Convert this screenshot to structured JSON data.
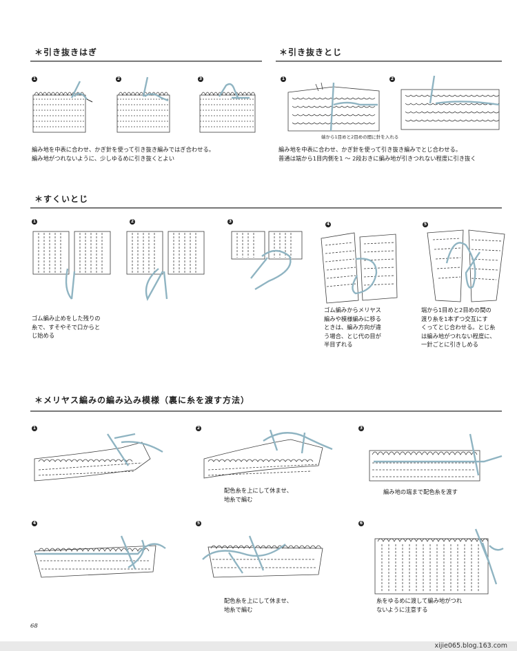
{
  "sections": {
    "hikinuki_hagi": {
      "title": "＊引き抜きはぎ",
      "steps": [
        "1",
        "2",
        "3"
      ],
      "caption": "編み地を中表に合わせ、かぎ針を使って引き抜き編みではぎ合わせる。\n編み地がつれないように、少しゆるめに引き抜くとよい"
    },
    "hikinuki_toji": {
      "title": "＊引き抜きとじ",
      "steps": [
        "1",
        "2"
      ],
      "note": "端から1目めと2目めの間に針を入れる",
      "caption": "編み地を中表に合わせ、かぎ針を使って引き抜き編みでとじ合わせる。\n普通は端から1目内側を1 ～ 2段おきに編み地が引きつれない程度に引き抜く"
    },
    "sukui_toji": {
      "title": "＊すくいとじ",
      "steps": [
        "1",
        "2",
        "3",
        "4",
        "5"
      ],
      "caption1": "ゴム編み止めをした残りの\n糸で、すそやそで口からと\nじ始める",
      "caption4": "ゴム編みからメリヤス\n編みや模様編みに移る\nときは、編み方向が違\nう場合、とじ代の目が\n半目ずれる",
      "caption5": "端から1目めと2目めの間の\n渡り糸を1本ずつ交互にす\nくってとじ合わせる。とじ糸\nは編み地がつれない程度に、\n一針ごとに引きしめる"
    },
    "meriyasu": {
      "title": "＊メリヤス編みの編み込み模様（裏に糸を渡す方法）",
      "steps": [
        "1",
        "2",
        "3",
        "4",
        "5",
        "6"
      ],
      "caption2": "配色糸を上にして休ませ、\n地糸で編む",
      "caption3": "編み地の端まで配色糸を渡す",
      "caption5": "配色糸を上にして休ませ、\n地糸で編む",
      "caption6": "糸をゆるめに渡して編み地がつれ\nないように注意する"
    }
  },
  "page_number": "68",
  "footer": "xijie065.blog.163.com",
  "colors": {
    "yarn": "#8fb4c2",
    "line": "#3a3a3a",
    "rule": "#555555"
  }
}
